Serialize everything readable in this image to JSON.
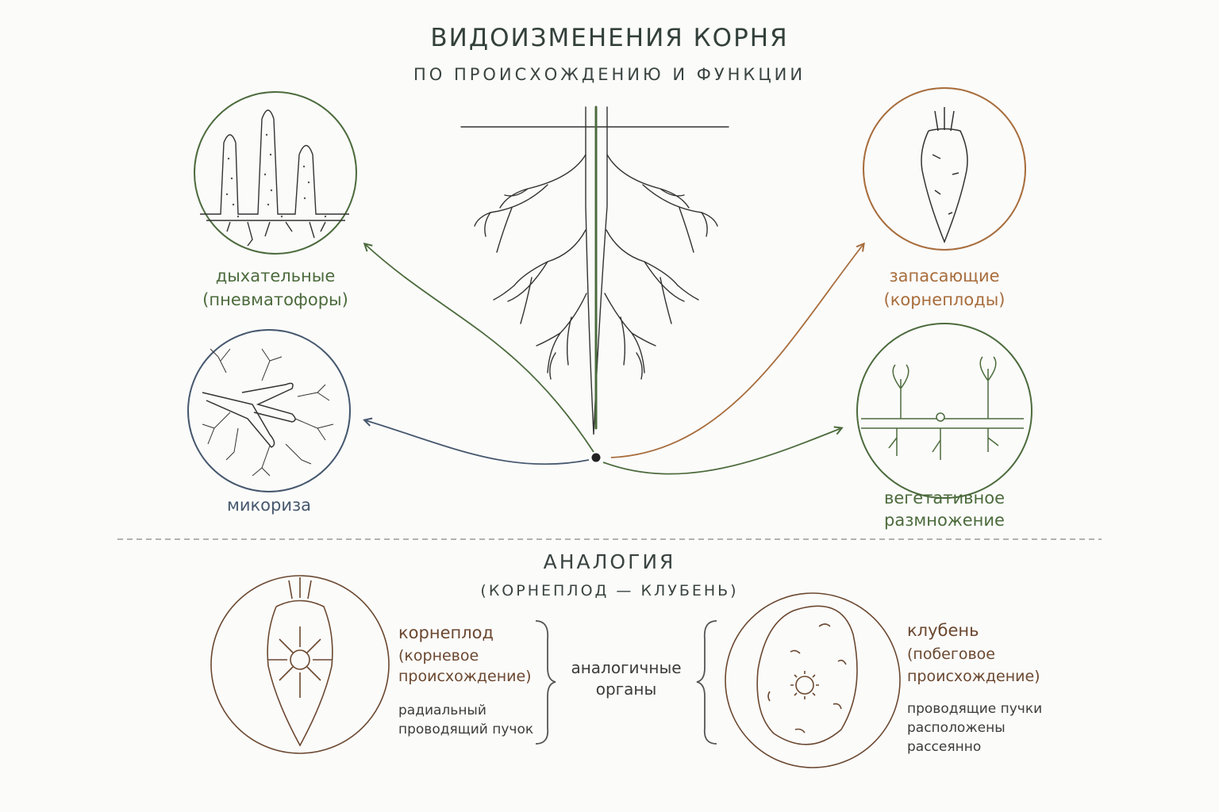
{
  "header": {
    "title": "ВИДОИЗМЕНЕНИЯ КОРНЯ",
    "subtitle": "ПО ПРОИСХОЖДЕНИЮ И ФУНКЦИИ"
  },
  "modifications": {
    "respiratory": {
      "line1": "дыхательные",
      "line2": "(пневматофоры)"
    },
    "storage": {
      "line1": "запасающие",
      "line2": "(корнеплоды)"
    },
    "mycorrhiza": {
      "line1": "микориза"
    },
    "vegetative": {
      "line1": "вегетативное",
      "line2": "размножение"
    }
  },
  "analogy": {
    "title": "АНАЛОГИЯ",
    "subtitle": "(КОРНЕПЛОД — КЛУБЕНЬ)",
    "root_crop": {
      "name": "корнеплод",
      "origin_line1": "(корневое",
      "origin_line2": "происхождение)",
      "desc_line1": "радиальный",
      "desc_line2": "проводящий пучок"
    },
    "center": {
      "line1": "аналогичные",
      "line2": "органы"
    },
    "tuber": {
      "name": "клубень",
      "origin_line1": "(побеговое",
      "origin_line2": "происхождение)",
      "desc_line1": "проводящие пучки",
      "desc_line2": "расположены",
      "desc_line3": "рассеянно"
    }
  },
  "colors": {
    "green": "#4c6b3c",
    "orange": "#a86d3c",
    "blue": "#46586e",
    "brown": "#6b4830",
    "dark": "#333333"
  }
}
